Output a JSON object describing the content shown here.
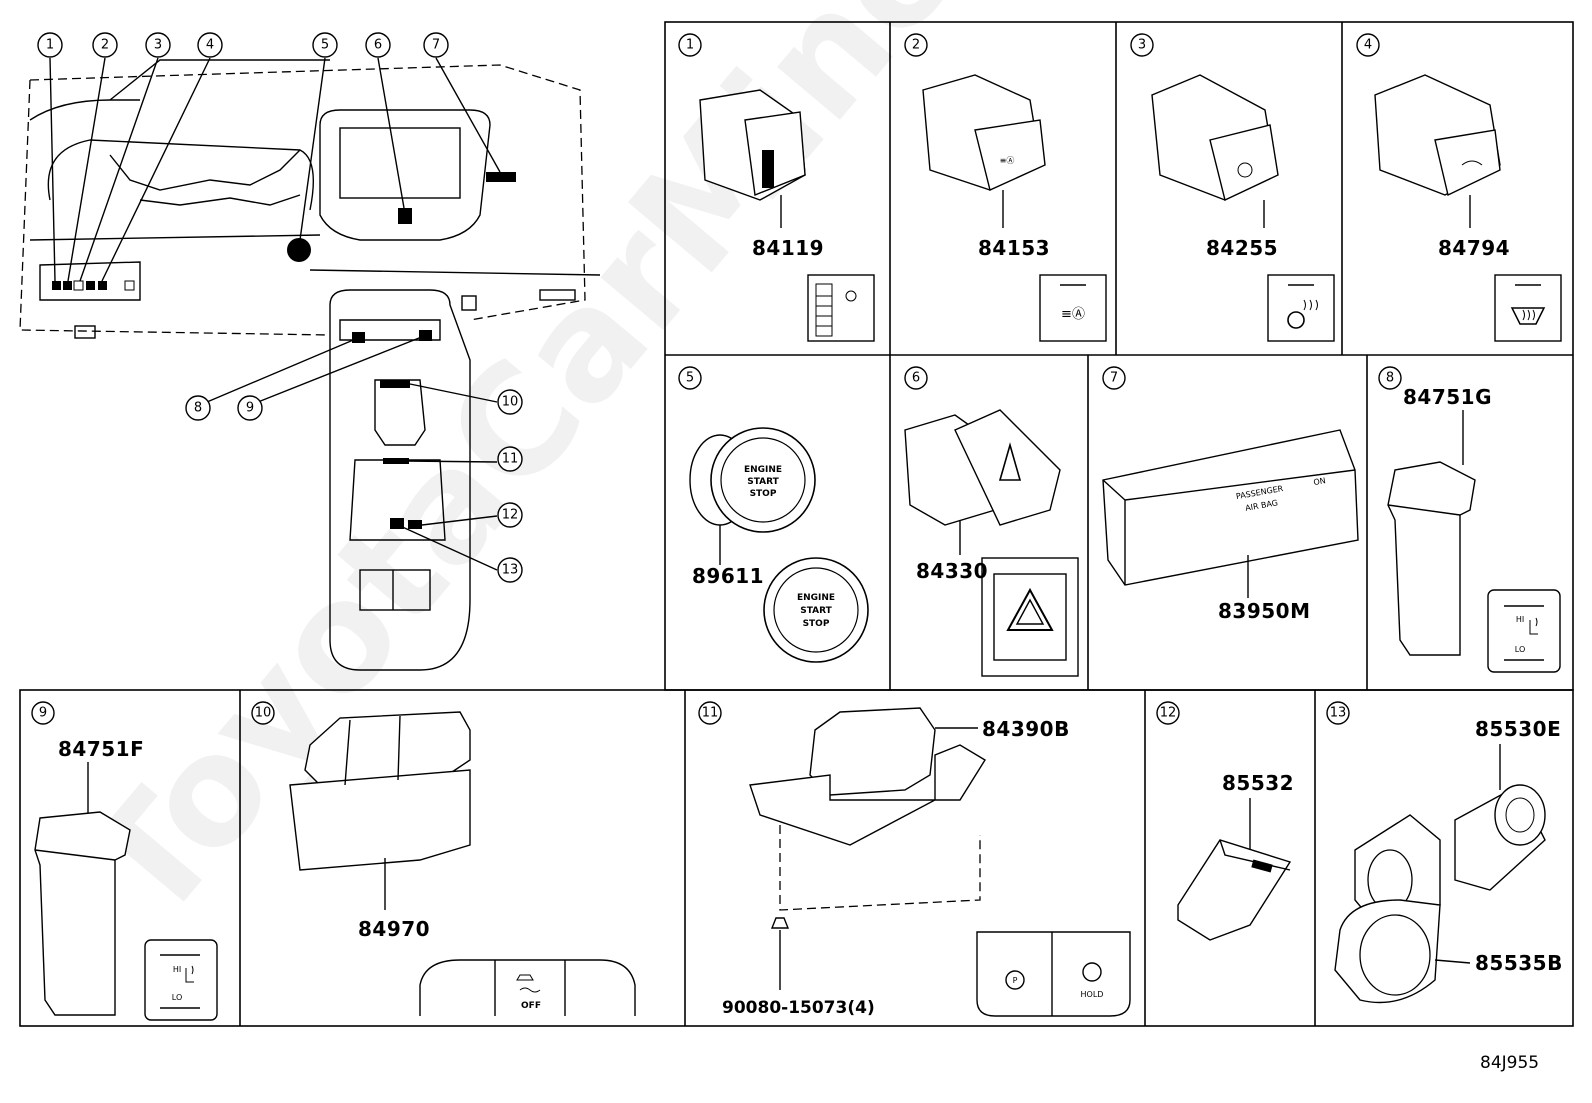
{
  "diagram_code": "84J955",
  "watermark": "ToyotaCarMine.ru",
  "overview_callouts": [
    "1",
    "2",
    "3",
    "4",
    "5",
    "6",
    "7",
    "8",
    "9",
    "10",
    "11",
    "12",
    "13"
  ],
  "panels": [
    {
      "num": "1",
      "parts": [
        "84119"
      ]
    },
    {
      "num": "2",
      "parts": [
        "84153"
      ]
    },
    {
      "num": "3",
      "parts": [
        "84255"
      ]
    },
    {
      "num": "4",
      "parts": [
        "84794"
      ]
    },
    {
      "num": "5",
      "parts": [
        "89611"
      ],
      "button_text": [
        "ENGINE",
        "START",
        "STOP"
      ]
    },
    {
      "num": "6",
      "parts": [
        "84330"
      ]
    },
    {
      "num": "7",
      "parts": [
        "83950M"
      ],
      "label_text": [
        "PASSENGER",
        "AIR BAG",
        "ON"
      ]
    },
    {
      "num": "8",
      "parts": [
        "84751G"
      ],
      "switch_text": [
        "HI",
        "LO"
      ]
    },
    {
      "num": "9",
      "parts": [
        "84751F"
      ],
      "switch_text": [
        "HI",
        "LO"
      ]
    },
    {
      "num": "10",
      "parts": [
        "84970"
      ],
      "switch_text": [
        "OFF"
      ]
    },
    {
      "num": "11",
      "parts": [
        "84390B",
        "90080-15073(4)"
      ],
      "switch_text": [
        "HOLD"
      ]
    },
    {
      "num": "12",
      "parts": [
        "85532"
      ]
    },
    {
      "num": "13",
      "parts": [
        "85530E",
        "85535B"
      ]
    }
  ]
}
